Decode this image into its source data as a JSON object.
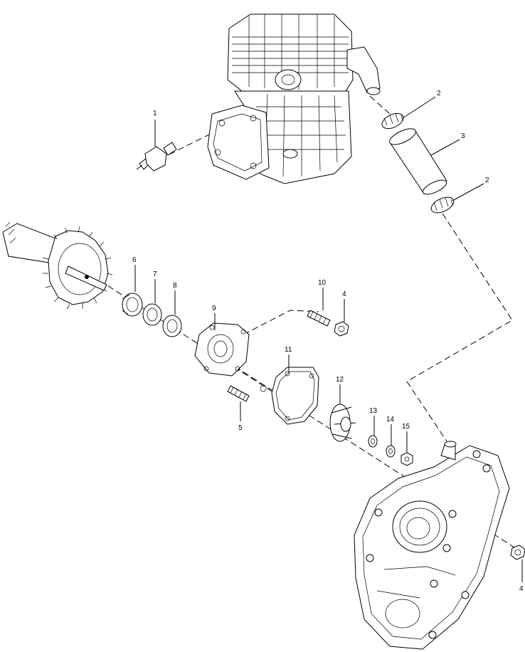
{
  "callouts": [
    {
      "id": "c1",
      "label": "1"
    },
    {
      "id": "c2a",
      "label": "2"
    },
    {
      "id": "c3",
      "label": "3"
    },
    {
      "id": "c2b",
      "label": "2"
    },
    {
      "id": "c6",
      "label": "6"
    },
    {
      "id": "c7",
      "label": "7"
    },
    {
      "id": "c8",
      "label": "8"
    },
    {
      "id": "c10",
      "label": "10"
    },
    {
      "id": "c4a",
      "label": "4"
    },
    {
      "id": "c9",
      "label": "9"
    },
    {
      "id": "c11",
      "label": "11"
    },
    {
      "id": "c12",
      "label": "12"
    },
    {
      "id": "c13",
      "label": "13"
    },
    {
      "id": "c14",
      "label": "14"
    },
    {
      "id": "c15",
      "label": "15"
    },
    {
      "id": "c5",
      "label": "5"
    },
    {
      "id": "c4b",
      "label": "4"
    }
  ],
  "line_color": "#000000",
  "background_color": "#ffffff"
}
